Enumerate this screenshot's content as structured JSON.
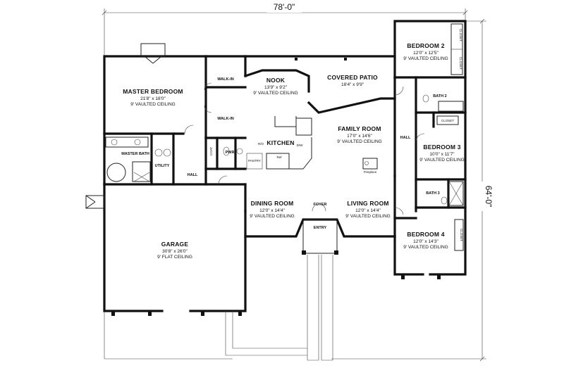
{
  "dimensions": {
    "width": "78'-0\"",
    "depth": "64'-0\""
  },
  "rooms": [
    {
      "id": "bedroom-2",
      "name": "BEDROOM 2",
      "size": "12'0\" x 12'5\"",
      "ceiling": "9' VAULTED CEILING"
    },
    {
      "id": "master-bedroom",
      "name": "MASTER BEDROOM",
      "size": "21'8\" x 18'0\"",
      "ceiling": "9' VAULTED CEILING"
    },
    {
      "id": "nook",
      "name": "NOOK",
      "size": "13'9\" x 9'2\"",
      "ceiling": "9' VAULTED CEILING"
    },
    {
      "id": "covered-patio",
      "name": "COVERED PATIO",
      "size": "18'4\" x 9'9\"",
      "ceiling": ""
    },
    {
      "id": "kitchen",
      "name": "KITCHEN",
      "size": "",
      "ceiling": ""
    },
    {
      "id": "family-room",
      "name": "FAMILY ROOM",
      "size": "17'0\" x 14'6\"",
      "ceiling": "9' VAULTED CEILING"
    },
    {
      "id": "bedroom-3",
      "name": "BEDROOM 3",
      "size": "10'0\" x 11'7\"",
      "ceiling": "9' VAULTED CEILING"
    },
    {
      "id": "dining-room",
      "name": "DINING ROOM",
      "size": "12'0\" x 14'4\"",
      "ceiling": "9' VAULTED CEILING"
    },
    {
      "id": "living-room",
      "name": "LIVING ROOM",
      "size": "12'0\" x 14'4\"",
      "ceiling": "9' VAULTED CEILING"
    },
    {
      "id": "garage",
      "name": "GARAGE",
      "size": "30'8\" x 26'0\"",
      "ceiling": "9' FLAT CEILING"
    },
    {
      "id": "bedroom-4",
      "name": "BEDROOM 4",
      "size": "12'0\" x 14'3\"",
      "ceiling": "9' VAULTED CEILING"
    }
  ],
  "labels": {
    "walk_in_1": "WALK-IN",
    "walk_in_2": "WALK-IN",
    "master_bath": "MASTER BATH",
    "utility": "UTILITY",
    "hall_left": "HALL",
    "hall_right": "HALL",
    "pwr": "PWR",
    "coat": "COAT",
    "pantry": "PANTRY",
    "bath_2": "BATH 2",
    "bath_3": "BATH 3",
    "foyer": "FOYER",
    "entry": "ENTRY",
    "fireplace": "Fireplace",
    "closet_b2a": "CLOSET",
    "closet_b2b": "CLOSET",
    "closet_bath2": "CLOSET",
    "closet_b4": "CLOSET",
    "refrigerator": "Ref",
    "dw": "D/W",
    "range": "R/O"
  }
}
